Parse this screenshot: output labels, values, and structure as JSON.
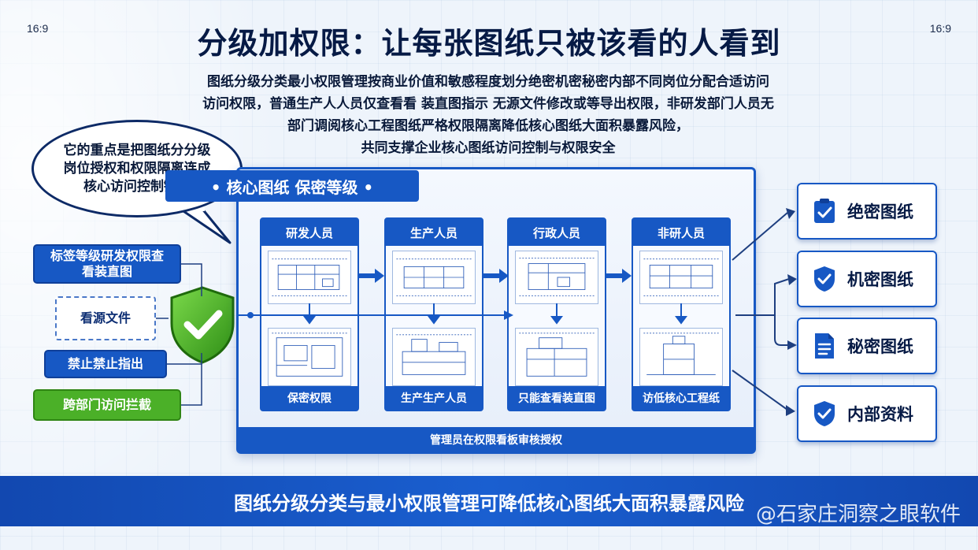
{
  "ratio_left": "16:9",
  "ratio_right": "16:9",
  "title": "分级加权限：让每张图纸只被该看的人看到",
  "intro": [
    "图纸分级分类最小权限管理按商业价值和敏感程度划分绝密机密秘密内部不同岗位分配合适访问",
    "访问权限，普通生产人人员仅查看看 装直图指示 无源文件修改或等导出权限，非研发部门人员无",
    "部门调阅核心工程图纸严格权限隔离降低核心图纸大面积暴露风险，",
    "共同支撑企业核心图纸访问控制与权限安全"
  ],
  "bubble": "它的重点是把图纸分分级岗位授权和权限隔离连成核心访问控制链路",
  "left_chips": {
    "chip1": "标签等级研发权限查看装直图",
    "chip2": "看源文件",
    "chip3": "禁止禁止指出",
    "chip4": "跨部门访问拦截"
  },
  "panel": {
    "header": "• 核心图纸 保密等级 •",
    "footer": "管理员在权限看板审核授权",
    "roles": [
      {
        "title": "研发人员",
        "footer": "保密权限"
      },
      {
        "title": "生产人员",
        "footer": "生产生产人员"
      },
      {
        "title": "行政人员",
        "footer": "只能查看装直图"
      },
      {
        "title": "非研人员",
        "footer": "访低核心工程纸"
      }
    ]
  },
  "levels": [
    {
      "label": "绝密图纸",
      "icon": "clipboard-check-icon"
    },
    {
      "label": "机密图纸",
      "icon": "shield-check-icon"
    },
    {
      "label": "秘密图纸",
      "icon": "document-icon"
    },
    {
      "label": "内部资料",
      "icon": "shield-check-icon"
    }
  ],
  "banner": "图纸分级分类与最小权限管理可降低核心图纸大面积暴露风险",
  "watermark": "@石家庄洞察之眼软件",
  "colors": {
    "primary": "#1758c4",
    "accent_green": "#4bb028",
    "dark": "#061a45"
  }
}
